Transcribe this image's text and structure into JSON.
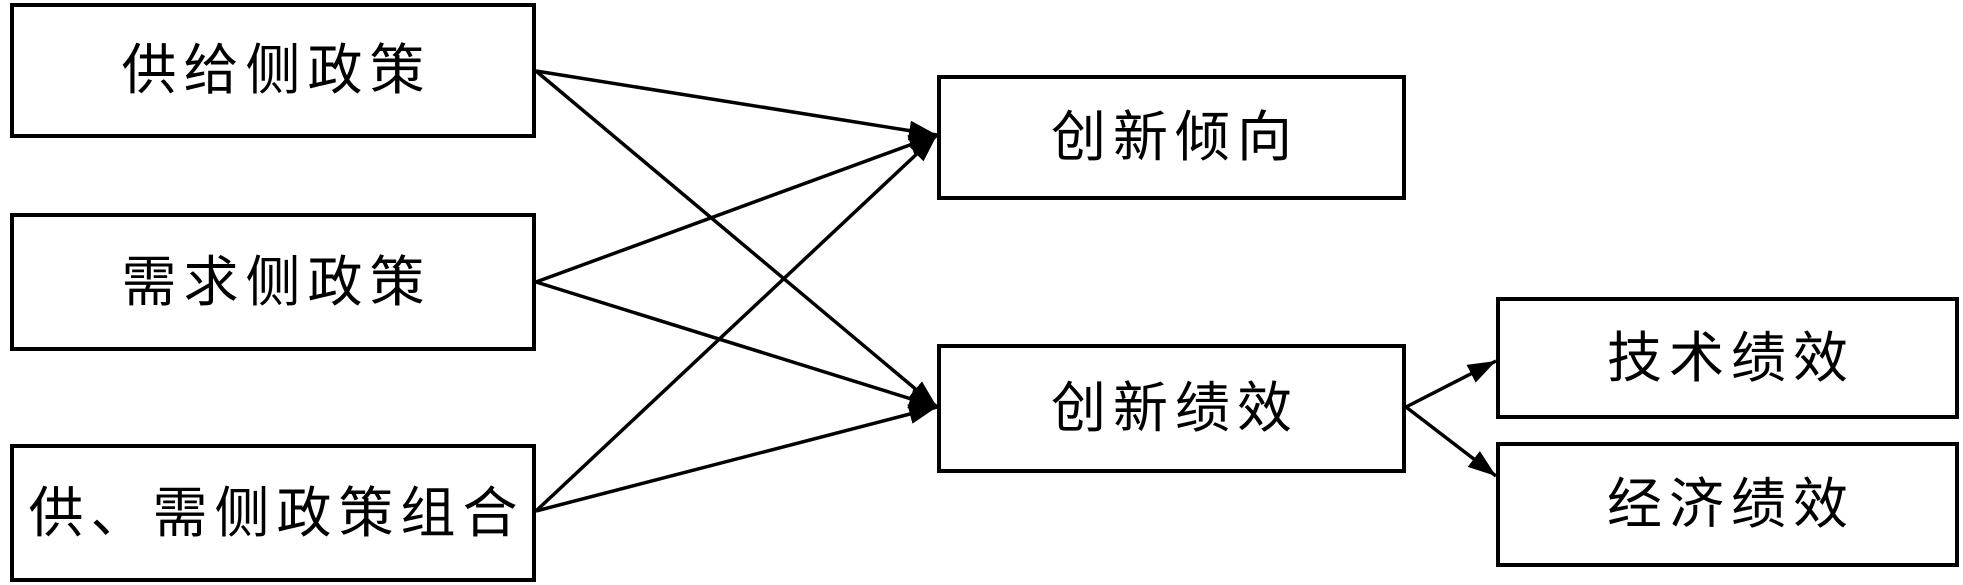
{
  "diagram": {
    "nodes": [
      {
        "id": "supply",
        "label": "供给侧政策"
      },
      {
        "id": "demand",
        "label": "需求侧政策"
      },
      {
        "id": "mix",
        "label": "供、需侧政策组合"
      },
      {
        "id": "propensity",
        "label": "创新倾向"
      },
      {
        "id": "performance",
        "label": "创新绩效"
      },
      {
        "id": "tech",
        "label": "技术绩效"
      },
      {
        "id": "econ",
        "label": "经济绩效"
      }
    ],
    "edges": [
      {
        "from": "supply",
        "to": "propensity"
      },
      {
        "from": "supply",
        "to": "performance"
      },
      {
        "from": "demand",
        "to": "propensity"
      },
      {
        "from": "demand",
        "to": "performance"
      },
      {
        "from": "mix",
        "to": "propensity"
      },
      {
        "from": "mix",
        "to": "performance"
      },
      {
        "from": "performance",
        "to": "tech"
      },
      {
        "from": "performance",
        "to": "econ"
      }
    ],
    "line_color": "#000000"
  }
}
